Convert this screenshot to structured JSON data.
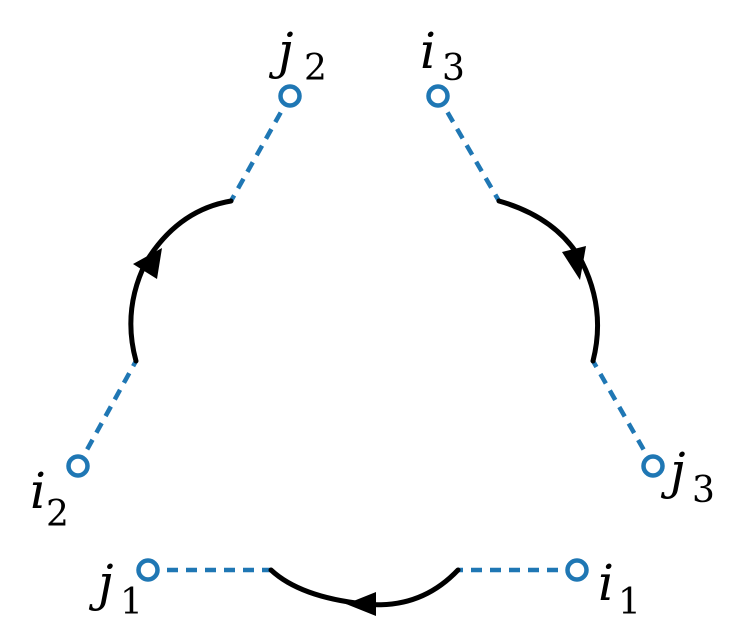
{
  "colors": {
    "vertex": "#1f77b4",
    "dashed_line": "#1f77b4",
    "propagator": "#000000",
    "background": "#ffffff"
  },
  "nodes": {
    "i1": {
      "letter": "i",
      "index": "1"
    },
    "j1": {
      "letter": "j",
      "index": "1"
    },
    "i2": {
      "letter": "i",
      "index": "2"
    },
    "j2": {
      "letter": "j",
      "index": "2"
    },
    "i3": {
      "letter": "i",
      "index": "3"
    },
    "j3": {
      "letter": "j",
      "index": "3"
    }
  }
}
